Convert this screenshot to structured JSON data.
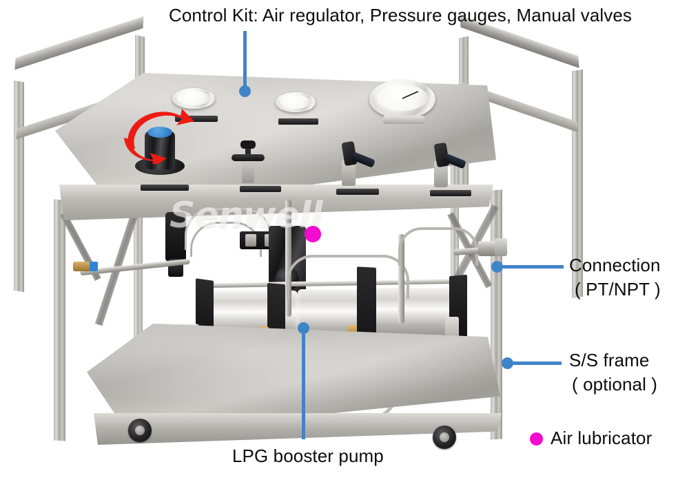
{
  "image": {
    "subject": "LPG booster pump skid on stainless steel trolley frame",
    "background_color": "#ffffff",
    "watermark": "Senwell"
  },
  "colors": {
    "leader_blue": "#4084c8",
    "legend_magenta": "#f50ad2",
    "arrow_red": "#ee1b15",
    "text_black": "#0d0d0d"
  },
  "annotations": [
    {
      "id": "control-kit",
      "label": "Control Kit: Air regulator, Pressure gauges, Manual valves",
      "label2": "",
      "marker": "blue-dot-leader",
      "points_to": "top control panel"
    },
    {
      "id": "connection",
      "label": "Connection",
      "label2": "( PT/NPT )",
      "marker": "blue-dot-leader",
      "points_to": "outlet fitting on right side"
    },
    {
      "id": "ss-frame",
      "label": "S/S frame",
      "label2": "( optional )",
      "marker": "blue-dot-leader",
      "points_to": "stainless steel trolley frame"
    },
    {
      "id": "lpg-booster-pump",
      "label": "LPG booster pump",
      "label2": "",
      "marker": "blue-dot-leader",
      "points_to": "pump assembly on lower deck"
    }
  ],
  "legend": {
    "items": [
      {
        "label": "Air lubricator",
        "dot_color": "#f50ad2"
      }
    ]
  },
  "machine": {
    "top_panel": {
      "gauges": [
        {
          "name": "small-gauge-left",
          "size": "small"
        },
        {
          "name": "small-gauge-middle",
          "size": "small"
        },
        {
          "name": "large-gauge-right",
          "size": "large"
        }
      ],
      "controls": [
        {
          "name": "air-regulator-knob",
          "type": "knob",
          "cap_color": "#2f86d6"
        },
        {
          "name": "pressure-relief-valve",
          "type": "t-handle"
        },
        {
          "name": "air-inlet-valve",
          "type": "lever"
        },
        {
          "name": "gas-outlet-valve",
          "type": "lever"
        }
      ],
      "rotation_arrow": "red-curved-double-arrow"
    },
    "lower_deck": {
      "pump": "twin air-driven gas booster pump",
      "air_lubricator_marker": "magenta-dot"
    },
    "casters": 2
  }
}
